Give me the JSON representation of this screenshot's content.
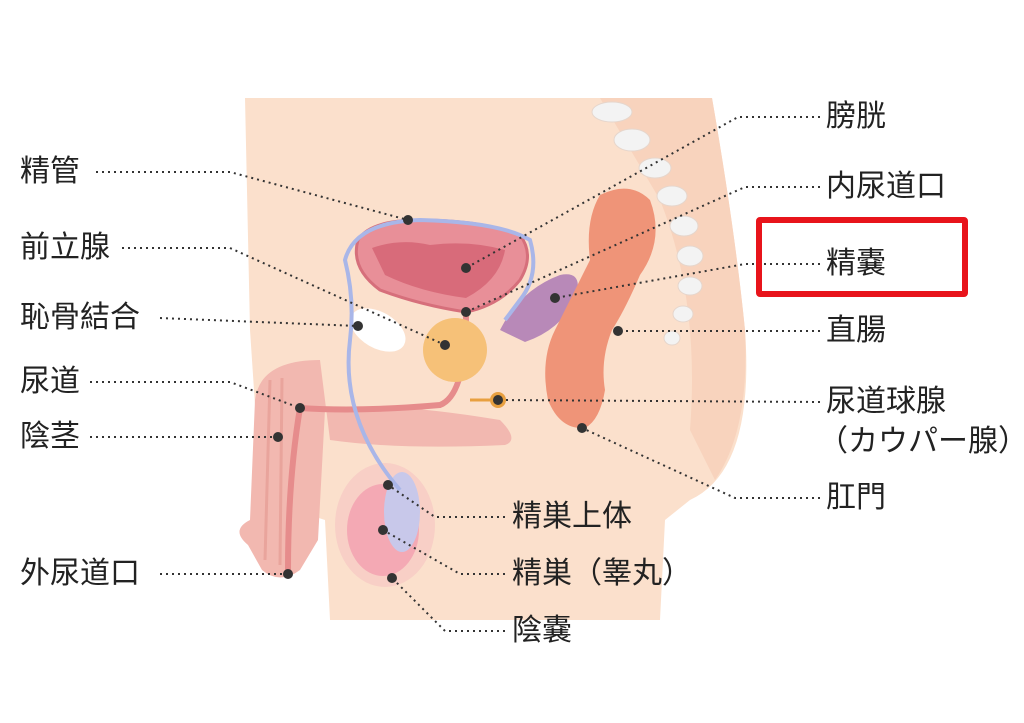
{
  "labels": {
    "seikan": "精管",
    "zenritsusen": "前立腺",
    "chikotsu": "恥骨結合",
    "nyodo": "尿道",
    "inkei": "陰茎",
    "gainyodoko": "外尿道口",
    "boko": "膀胱",
    "nainyodoko": "内尿道口",
    "seino": "精嚢",
    "chokucho": "直腸",
    "nyodokyusen": "尿道球腺",
    "cowper": "（カウパー腺）",
    "komon": "肛門",
    "seisojotai": "精巣上体",
    "seiso": "精巣（睾丸）",
    "inno": "陰嚢"
  },
  "highlighted_label": "精嚢",
  "colors": {
    "skin": "#fbe0cc",
    "skin_edge": "#f4cdb3",
    "bladder": "#e07985",
    "prostate": "#f6c178",
    "rectum": "#ef9478",
    "seminal_vesicle": "#b889b8",
    "vas_deferens": "#a9b6e8",
    "spine": "#f1f1f1",
    "highlight": "#e8141b",
    "leader_line": "#333333"
  }
}
